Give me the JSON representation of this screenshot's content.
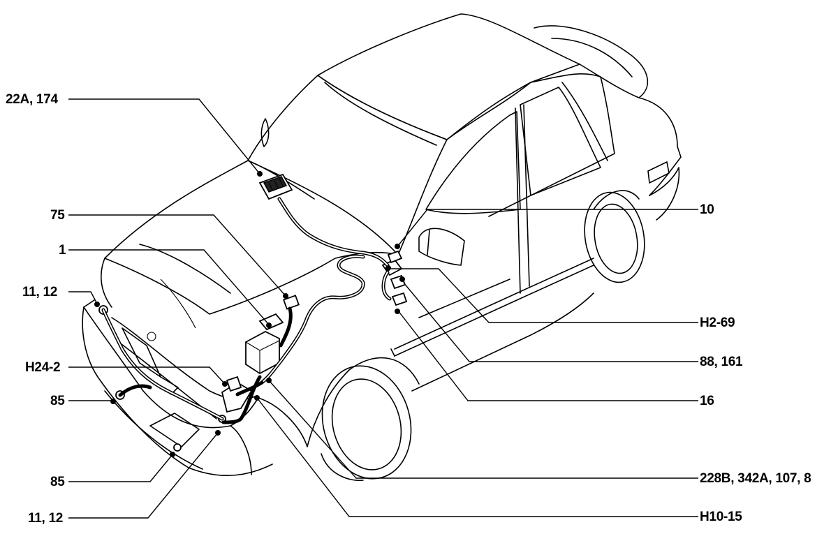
{
  "callouts": [
    {
      "id": "22a-174",
      "text": "22A, 174"
    },
    {
      "id": "75",
      "text": "75"
    },
    {
      "id": "1",
      "text": "1"
    },
    {
      "id": "11-12-upper",
      "text": "11, 12"
    },
    {
      "id": "h24-2",
      "text": "H24-2"
    },
    {
      "id": "85-upper",
      "text": "85"
    },
    {
      "id": "85-lower",
      "text": "85"
    },
    {
      "id": "11-12-lower",
      "text": "11, 12"
    },
    {
      "id": "10",
      "text": "10"
    },
    {
      "id": "h2-69",
      "text": "H2-69"
    },
    {
      "id": "88-161",
      "text": "88, 161"
    },
    {
      "id": "16",
      "text": "16"
    },
    {
      "id": "228b",
      "text": "228B, 342A, 107, 8"
    },
    {
      "id": "h10-15",
      "text": "H10-15"
    }
  ]
}
